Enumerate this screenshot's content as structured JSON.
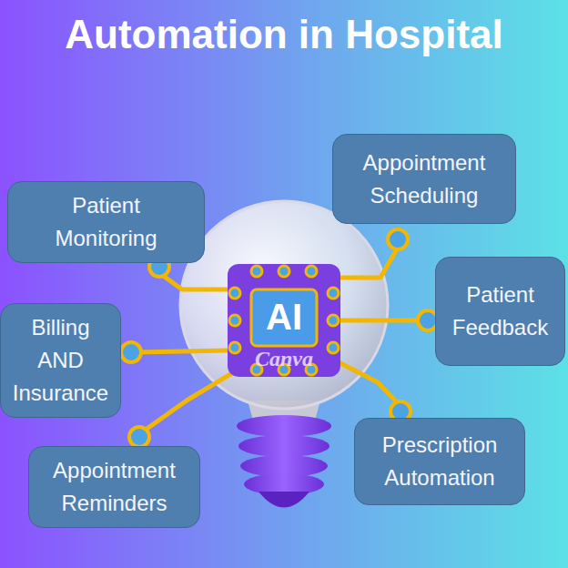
{
  "diagram": {
    "title": "Automation in Hospital",
    "nodes": [
      {
        "text": [
          "Appointment Scheduling"
        ]
      },
      {
        "text": [
          "Patient Monitoring"
        ]
      },
      {
        "text": [
          "Patient Feedback"
        ]
      },
      {
        "text": [
          "Billing AND Insurance"
        ]
      },
      {
        "text": [
          "Prescription Automation"
        ]
      },
      {
        "text": [
          "Appointment Reminders"
        ]
      }
    ],
    "labels": [
      "AI",
      "Canva"
    ]
  }
}
